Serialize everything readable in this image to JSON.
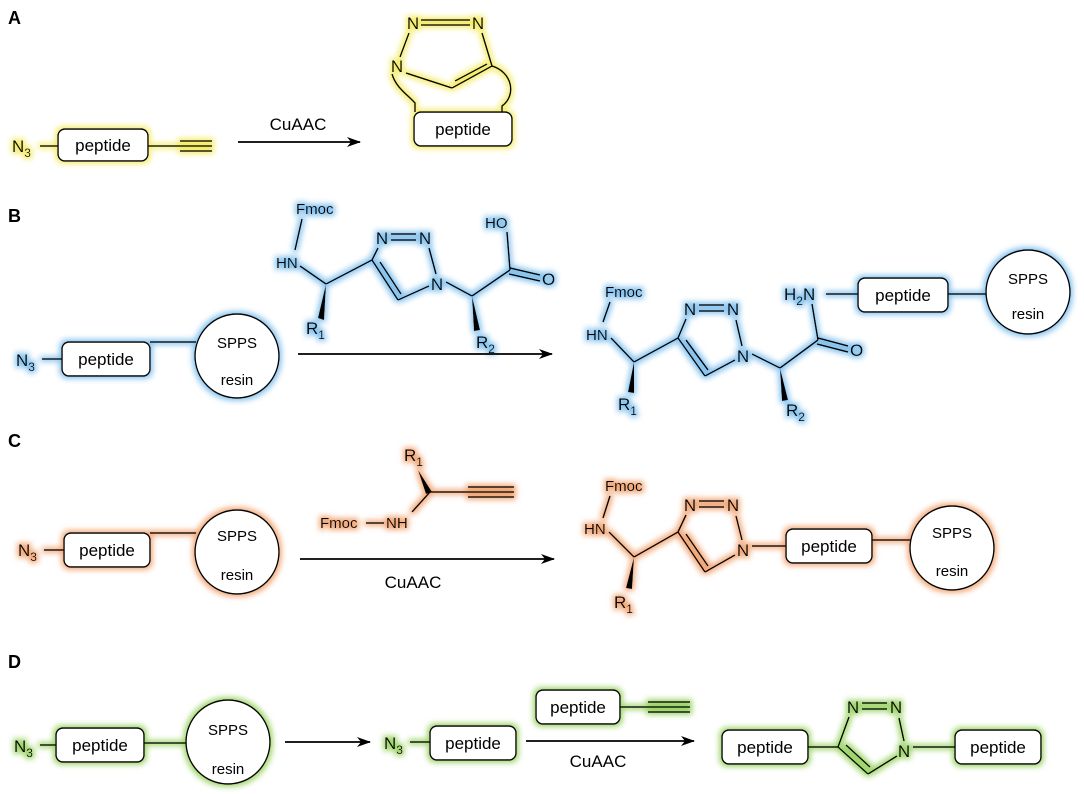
{
  "panels": [
    {
      "label": "A"
    },
    {
      "label": "B"
    },
    {
      "label": "C"
    },
    {
      "label": "D"
    }
  ],
  "colors": {
    "glow_a": "#f4ec6a",
    "glow_b": "#86c3ee",
    "glow_c": "#f2a878",
    "glow_d": "#9ed56a"
  },
  "text": {
    "azide": "N",
    "azide_sub": "3",
    "peptide": "peptide",
    "cuaac": "CuAAC",
    "spps": "SPPS",
    "resin": "resin",
    "fmoc": "Fmoc",
    "hn": "HN",
    "nh": "NH",
    "n": "N",
    "r": "R",
    "r1_sub": "1",
    "r2_sub": "2",
    "ho": "HO",
    "o": "O",
    "h2n": "H",
    "h2n_sub": "2",
    "h2n_tail": "N",
    "one": "1"
  }
}
